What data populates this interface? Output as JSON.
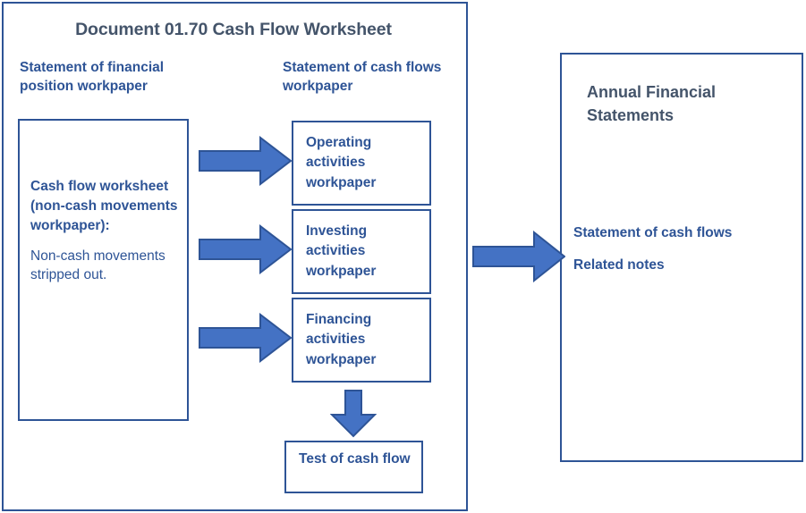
{
  "title": "Document 01.70 Cash Flow Worksheet",
  "colors": {
    "border": "#2E5496",
    "heading_blue": "#2E5496",
    "title_slate": "#44546A",
    "arrow_fill": "#4472C4",
    "arrow_stroke": "#2E5496",
    "background": "#FFFFFF"
  },
  "columns": {
    "left_heading": "Statement of financial position workpaper",
    "middle_heading": "Statement of cash flows workpaper"
  },
  "left_box": {
    "bold_text": "Cash flow worksheet (non-cash movements workpaper):",
    "plain_text": "Non-cash movements stripped out."
  },
  "workpapers": [
    {
      "id": "operating",
      "label": "Operating activities workpaper"
    },
    {
      "id": "investing",
      "label": "Investing activities workpaper"
    },
    {
      "id": "financing",
      "label": "Financing activities workpaper"
    }
  ],
  "test_box": {
    "label": "Test of cash flow"
  },
  "right_panel": {
    "title": "Annual Financial Statements",
    "lines": [
      "Statement of cash flows",
      "Related notes"
    ]
  },
  "arrows": [
    {
      "id": "to-operating",
      "direction": "right"
    },
    {
      "id": "to-investing",
      "direction": "right"
    },
    {
      "id": "to-financing",
      "direction": "right"
    },
    {
      "id": "to-test",
      "direction": "down"
    },
    {
      "id": "to-annual",
      "direction": "right"
    }
  ]
}
